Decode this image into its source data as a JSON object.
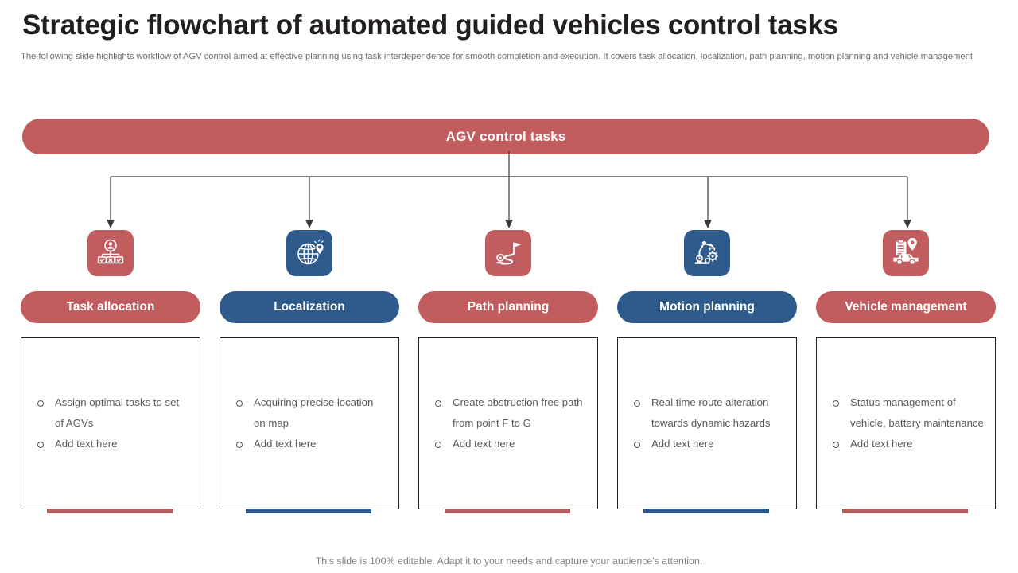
{
  "header": {
    "title": "Strategic flowchart of automated guided vehicles control tasks",
    "subtitle": "The following slide highlights workflow of AGV  control  aimed at effective  planning using task interdependence for smooth  completion and execution. It covers task allocation, localization, path planning, motion planning and vehicle management"
  },
  "banner": {
    "label": "AGV control tasks"
  },
  "colors": {
    "red": "#c15c5f",
    "blue": "#2f5b8c",
    "underline_red": "#b05e5e",
    "underline_blue": "#2f5b8c",
    "title_text": "#231f20",
    "body_text": "#58595b",
    "muted_text": "#808285"
  },
  "columns": [
    {
      "icon": "task-allocation-icon",
      "accent": "red",
      "label": "Task allocation",
      "bullets": [
        "Assign optimal tasks to set of AGVs",
        "Add text here"
      ]
    },
    {
      "icon": "globe-location-icon",
      "accent": "blue",
      "label": "Localization",
      "bullets": [
        "Acquiring precise location on map",
        "Add text here"
      ]
    },
    {
      "icon": "path-flag-icon",
      "accent": "red",
      "label": "Path planning",
      "bullets": [
        "Create obstruction free path from point F to G",
        "Add text here"
      ]
    },
    {
      "icon": "robot-arm-gear-icon",
      "accent": "blue",
      "label": "Motion planning",
      "bullets": [
        "Real time route alteration towards dynamic hazards",
        "Add text here"
      ]
    },
    {
      "icon": "vehicle-clipboard-pin-icon",
      "accent": "red",
      "label": "Vehicle management",
      "bullets": [
        "Status management of vehicle, battery maintenance",
        "Add text here"
      ]
    }
  ],
  "footer": {
    "note": "This slide is 100% editable. Adapt it to your needs and capture your audience's attention."
  }
}
